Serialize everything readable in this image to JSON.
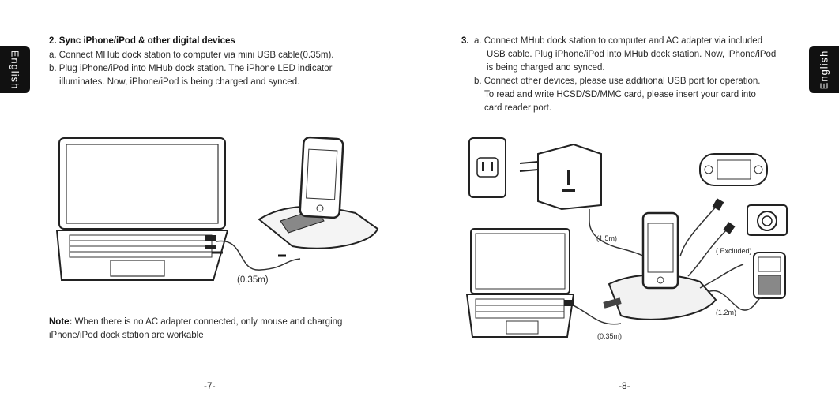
{
  "tab_label": "English",
  "left": {
    "heading": "2. Sync iPhone/iPod & other digital devices",
    "step_a": "a. Connect MHub dock station to computer via mini USB cable(0.35m).",
    "step_b_1": "b. Plug iPhone/iPod into MHub dock station. The iPhone LED indicator",
    "step_b_2": "illuminates. Now, iPhone/iPod is being charged and synced.",
    "cable_label": "(0.35m)",
    "note_label": "Note:",
    "note_1": " When there is no AC adapter connected, only mouse and charging",
    "note_2": "iPhone/iPod dock station are workable",
    "page_number": "-7-"
  },
  "right": {
    "step_num": "3.",
    "step_a_1": "a. Connect MHub dock station to computer and AC adapter via included",
    "step_a_2": "USB cable. Plug iPhone/iPod into MHub dock station. Now, iPhone/iPod",
    "step_a_3": "is being charged and synced.",
    "step_b_1": "b. Connect other devices, please use additional USB port for operation.",
    "step_b_2": "To read and write HCSD/SD/MMC card, please insert your card into",
    "step_b_3": "card reader port.",
    "label_15m": "(1.5m)",
    "label_excluded": "( Excluded)",
    "label_12m": "(1.2m)",
    "label_035m": "(0.35m)",
    "page_number": "-8-"
  }
}
